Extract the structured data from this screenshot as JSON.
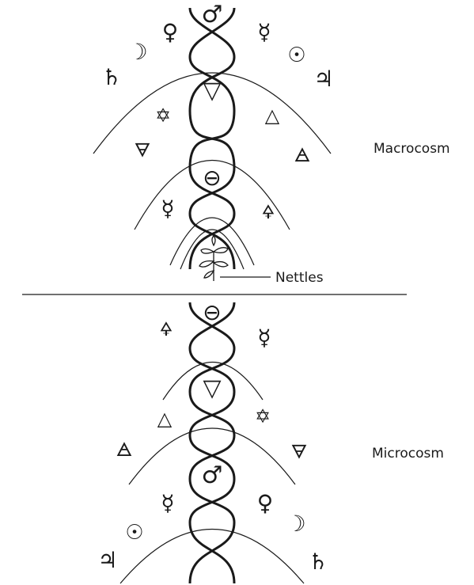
{
  "macrocosm": {
    "label": "Macrocosm",
    "symbols": {
      "mars": "♂",
      "venus": "♀",
      "mercury_top": "☿",
      "moon": "☽",
      "sun": "☉",
      "saturn": "♄",
      "jupiter": "♃",
      "water": "▽",
      "air": "△",
      "hexagram": "✡",
      "earth": "🜃",
      "air_element": "🜁",
      "salt": "⊖",
      "mercury_low": "☿",
      "sulfur": "🜍"
    },
    "plant_label": "Nettles"
  },
  "microcosm": {
    "label": "Microcosm",
    "symbols": {
      "salt": "⊖",
      "sulfur": "🜍",
      "mercury_top": "☿",
      "water": "▽",
      "air": "△",
      "hexagram": "✡",
      "air_element": "🜁",
      "earth": "🜃",
      "mars": "♂",
      "mercury_low": "☿",
      "venus": "♀",
      "sun": "☉",
      "moon": "☽",
      "jupiter": "♃",
      "saturn": "♄"
    }
  }
}
